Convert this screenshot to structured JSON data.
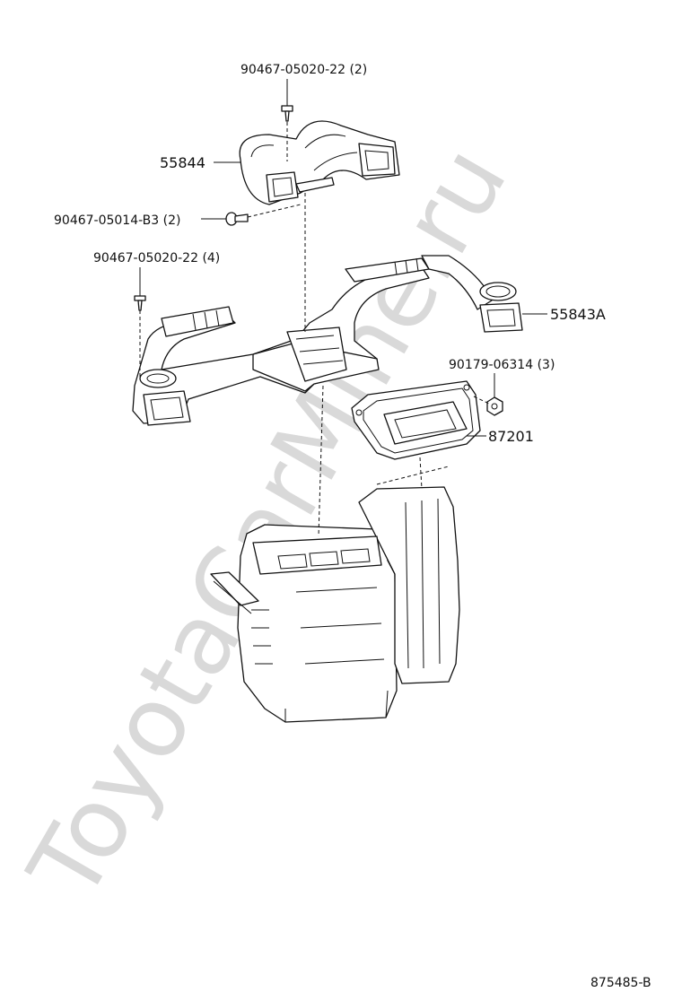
{
  "watermark": "ToyotaCarMine.ru",
  "diagram_code": "875485-B",
  "parts": {
    "bolt_top": "90467-05020-22 (2)",
    "duct_upper": "55844",
    "clip_mid": "90467-05014-B3 (2)",
    "bolt_left": "90467-05020-22 (4)",
    "duct_main": "55843A",
    "nut": "90179-06314 (3)",
    "duct_lower": "87201"
  }
}
